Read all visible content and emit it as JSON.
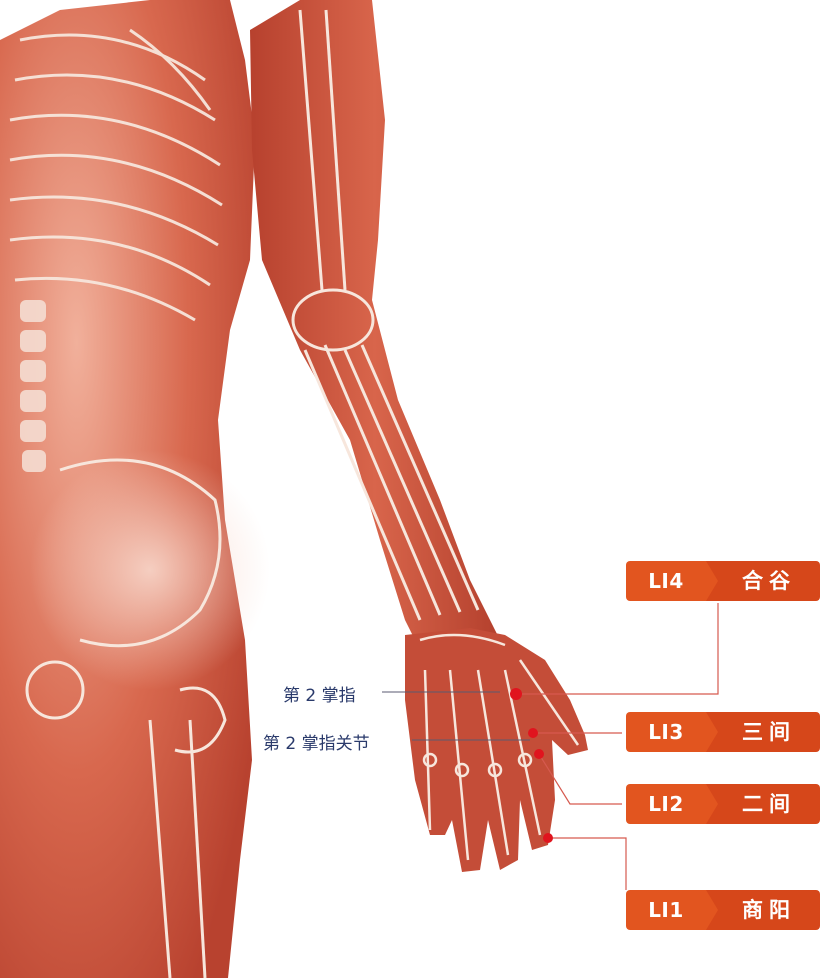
{
  "colors": {
    "tag_code_bg": "#e2551f",
    "tag_name_bg": "#d6471a",
    "acupoint_dot": "#e0141e",
    "leader_line": "#d65a4f",
    "skin": "#c8553f",
    "bone": "#f4ddd0"
  },
  "anatomy_labels": {
    "metacarpal": "第 2 掌指",
    "mcp_joint": "第 2 掌指关节"
  },
  "acupoints": [
    {
      "code": "LI4",
      "name": "合谷"
    },
    {
      "code": "LI3",
      "name": "三间"
    },
    {
      "code": "LI2",
      "name": "二间"
    },
    {
      "code": "LI1",
      "name": "商阳"
    }
  ]
}
